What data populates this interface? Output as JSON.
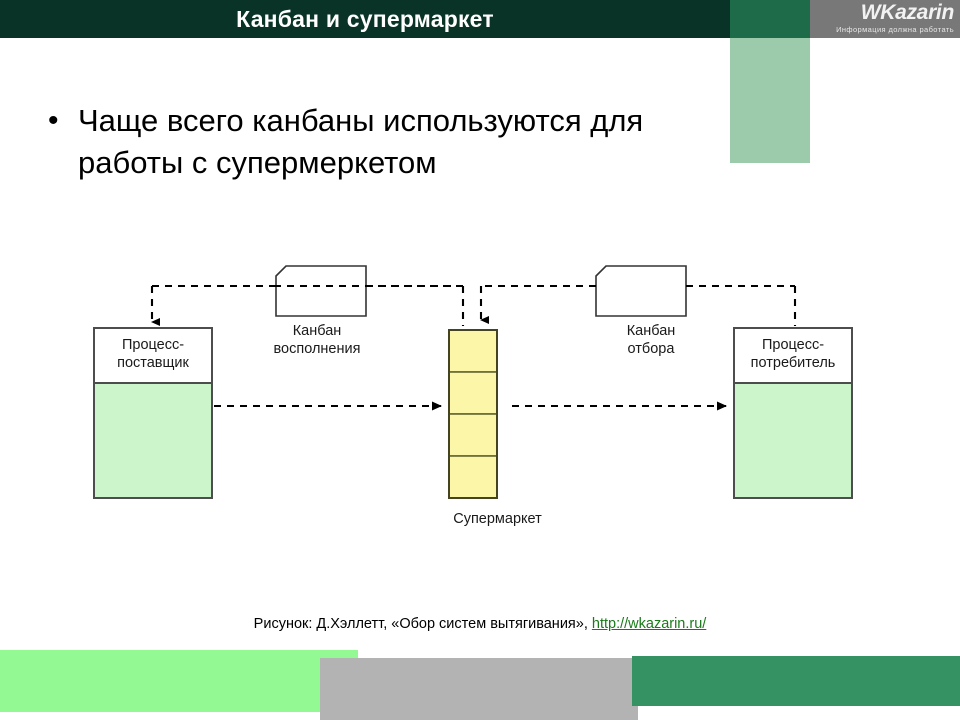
{
  "slide": {
    "title": "Канбан и супермаркет",
    "colors": {
      "header_bg": "#0a3327",
      "header_accent": "#1e6b49",
      "logo_bg": "#787878",
      "side_block": "#9ccbab",
      "process_fill": "#ccf5cc",
      "supermarket_fill": "#fcf7a8",
      "link": "#1a7a1a",
      "footer_green": "#93fa93",
      "footer_gray": "#b3b3b3",
      "footer_darkgreen": "#349263"
    }
  },
  "logo": {
    "wordmark": "WKazarin",
    "tagline": "Информация должна работать"
  },
  "body": {
    "bullet_marker": "•",
    "bullet_text": "Чаще всего канбаны используются для работы с супермеркетом"
  },
  "diagram": {
    "supplier_process": "Процесс-\nпоставщик",
    "consumer_process": "Процесс-\nпотребитель",
    "kanban_replenishment": "Канбан\nвосполнения",
    "kanban_withdrawal": "Канбан\nотбора",
    "supermarket": "Супермаркет",
    "supermarket_cells": 4
  },
  "caption": {
    "prefix": "Рисунок: Д.Хэллетт, «Обор систем вытягивания», ",
    "link_text": "http://wkazarin.ru/"
  }
}
